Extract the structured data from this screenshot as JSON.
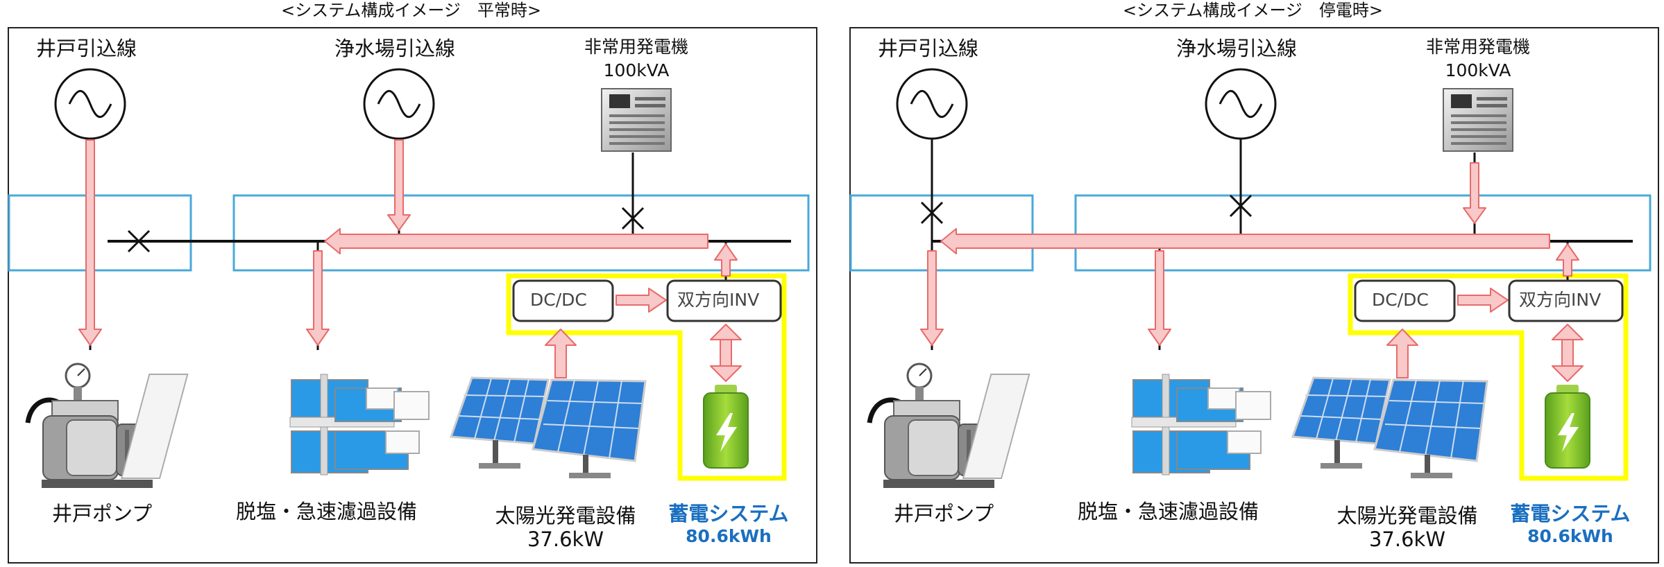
{
  "colors": {
    "arrow_fill": "#f9c8c8",
    "arrow_stroke": "#e86a6a",
    "frame": "#4aa8d8",
    "highlight": "#ffff00",
    "accent_text": "#1a6fc0"
  },
  "icons": [
    "ac-source-icon",
    "generator-icon",
    "well-pump-icon",
    "filtration-equipment-icon",
    "solar-panel-icon",
    "battery-icon",
    "breaker-open-icon"
  ],
  "panels": [
    {
      "title": "<システム構成イメージ　平常時>",
      "well_line": "井戸引込線",
      "plant_line": "浄水場引込線",
      "generator": "非常用発電機",
      "generator_capacity": "100kVA",
      "dcdc": "DC/DC",
      "inverter": "双方向INV",
      "well_pump": "井戸ポンプ",
      "filtration": "脱塩・急速濾過設備",
      "solar": "太陽光発電設備",
      "solar_capacity": "37.6kW",
      "storage": "蓄電システム",
      "storage_capacity": "80.6kWh"
    },
    {
      "title": "<システム構成イメージ　停電時>",
      "well_line": "井戸引込線",
      "plant_line": "浄水場引込線",
      "generator": "非常用発電機",
      "generator_capacity": "100kVA",
      "dcdc": "DC/DC",
      "inverter": "双方向INV",
      "well_pump": "井戸ポンプ",
      "filtration": "脱塩・急速濾過設備",
      "solar": "太陽光発電設備",
      "solar_capacity": "37.6kW",
      "storage": "蓄電システム",
      "storage_capacity": "80.6kWh"
    }
  ]
}
